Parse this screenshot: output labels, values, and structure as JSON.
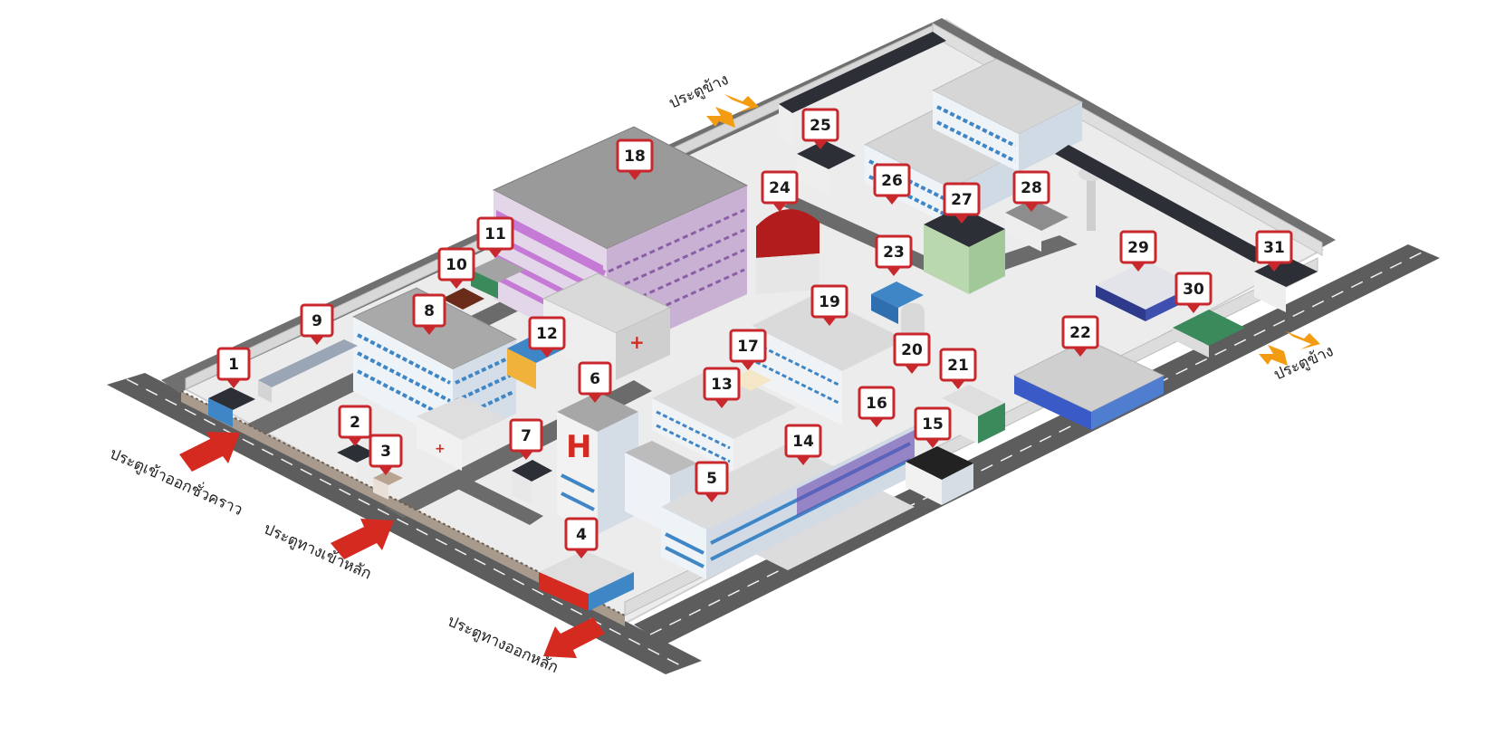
{
  "map": {
    "colors": {
      "road": "#5d5d5d",
      "road_line": "#f2f2f2",
      "ground": "#e9e9e9",
      "wall": "#d6d6d6",
      "fence": "#7a6e62",
      "pin_border": "#c8282c",
      "pin_fill": "#ffffff",
      "arrow_main": "#d42a20",
      "arrow_side": "#f39c12",
      "glass": "#3f86c6",
      "purple": "#c57ad6",
      "roof": "#9c9c9c",
      "dark_roof": "#2c2f36",
      "red_roof": "#b31c1c",
      "green": "#3a8a5c"
    },
    "hospital_sign": "H",
    "gates": {
      "emergency_gate": "ประตูเข้าออกชั่วคราว",
      "main_entrance": "ประตูทางเข้าหลัก",
      "main_exit": "ประตูทางออกหลัก",
      "side_gate_top": "ประตูข้าง",
      "side_gate_right": "ประตูข้าง"
    },
    "markers": [
      "1",
      "2",
      "3",
      "4",
      "5",
      "6",
      "7",
      "8",
      "9",
      "10",
      "11",
      "12",
      "13",
      "14",
      "15",
      "16",
      "17",
      "18",
      "19",
      "20",
      "21",
      "22",
      "23",
      "24",
      "25",
      "26",
      "27",
      "28",
      "29",
      "30",
      "31"
    ]
  }
}
